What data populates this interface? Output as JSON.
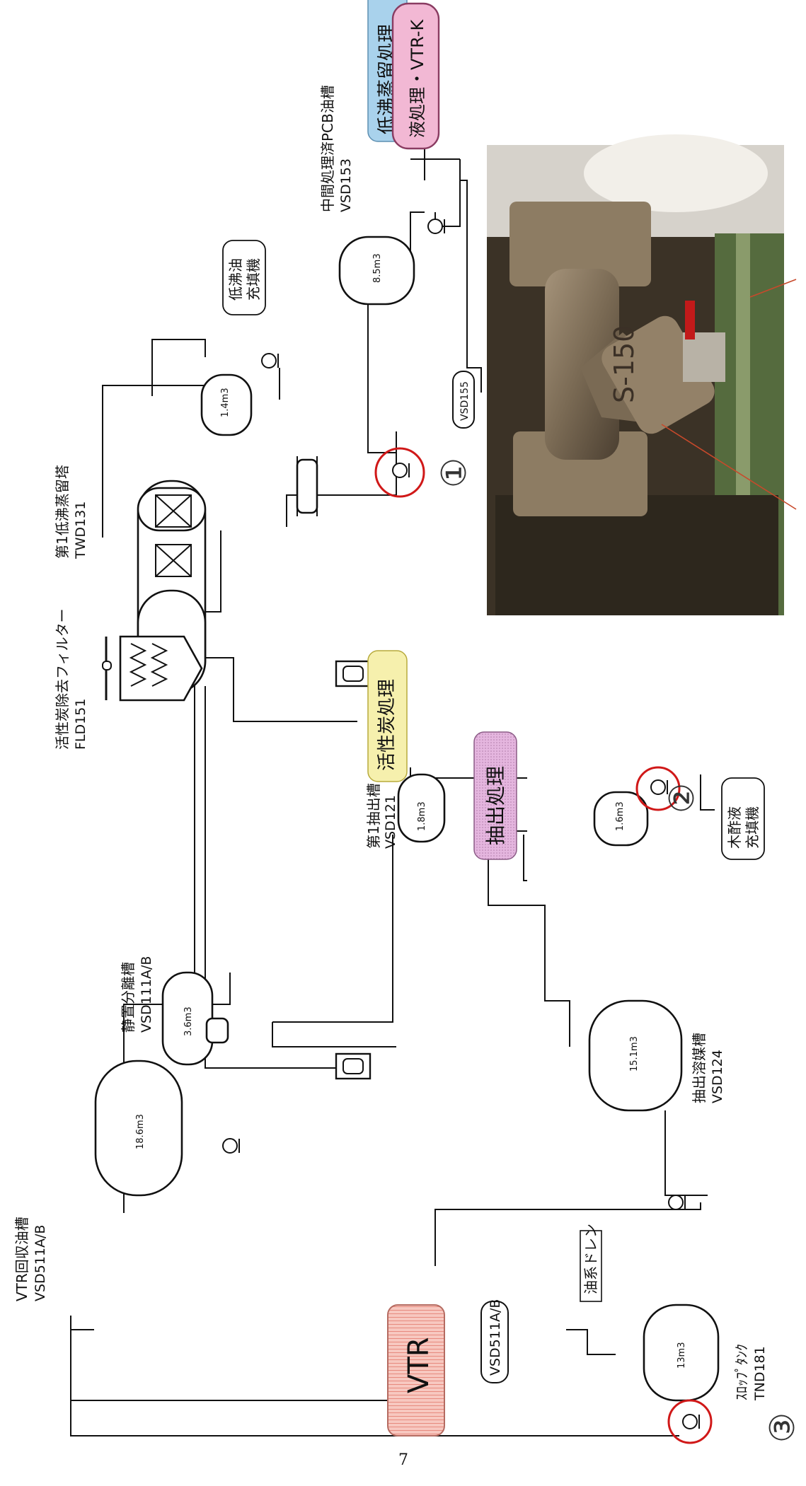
{
  "page_number": "7",
  "sections": {
    "low_boiling": "低沸蒸留処理",
    "activated_carbon": "活性炭処理",
    "extraction": "抽出処理"
  },
  "equipment": {
    "vtr_recovery_tank": {
      "name": "VTR回収油槽",
      "code": "VSD511A/B",
      "volume": "18.6m3"
    },
    "static_separator": {
      "name": "静置分離槽",
      "code": "VSD111A/B",
      "volume": "3.6m3"
    },
    "carbon_filter": {
      "name": "活性炭除去フィルター",
      "code": "FLD151"
    },
    "first_extraction_tank": {
      "name": "第1抽出槽",
      "code": "VSD121",
      "volume": "1.8m3"
    },
    "extraction_solvent_tank": {
      "name": "抽出溶媒槽",
      "code": "VSD124",
      "volume": "15.1m3"
    },
    "distillation_column": {
      "name": "第1低沸蒸留塔",
      "code": "TWD131"
    },
    "low_boiling_receiver": {
      "volume": "1.4m3"
    },
    "intermediate_tank": {
      "name": "中間処理済PCB油槽",
      "code": "VSD153",
      "volume": "8.5m3"
    },
    "pyroligneous_receiver": {
      "volume": "1.6m3"
    },
    "slop_tank": {
      "name": "ｽﾛｯﾌﾟﾀﾝｸ",
      "code": "TND181",
      "volume": "13m3"
    }
  },
  "labels": {
    "vtr": "VTR",
    "vsd511_tag": "VSD511A/B",
    "vsd155_tag": "VSD155",
    "oil_drain": "油系ドレン",
    "liquid_vtrk": "液処理・VTR-K",
    "low_boil_filler": [
      "低沸油",
      "充填機"
    ],
    "pyroligneous_filler": [
      "木酢液",
      "充填機"
    ]
  },
  "markers": [
    "①",
    "②",
    "③"
  ],
  "photo": {
    "strainer_marking": "S-150"
  },
  "colors": {
    "red_highlight": "#d01818",
    "vtr_fill": "#f7c8c0",
    "liquid_vtrk_fill": "#f2b8d4",
    "extraction_fill": "#e5b6df",
    "low_boiling_fill": "#a9d2ec",
    "activated_carbon_fill": "#f6f0ad"
  }
}
